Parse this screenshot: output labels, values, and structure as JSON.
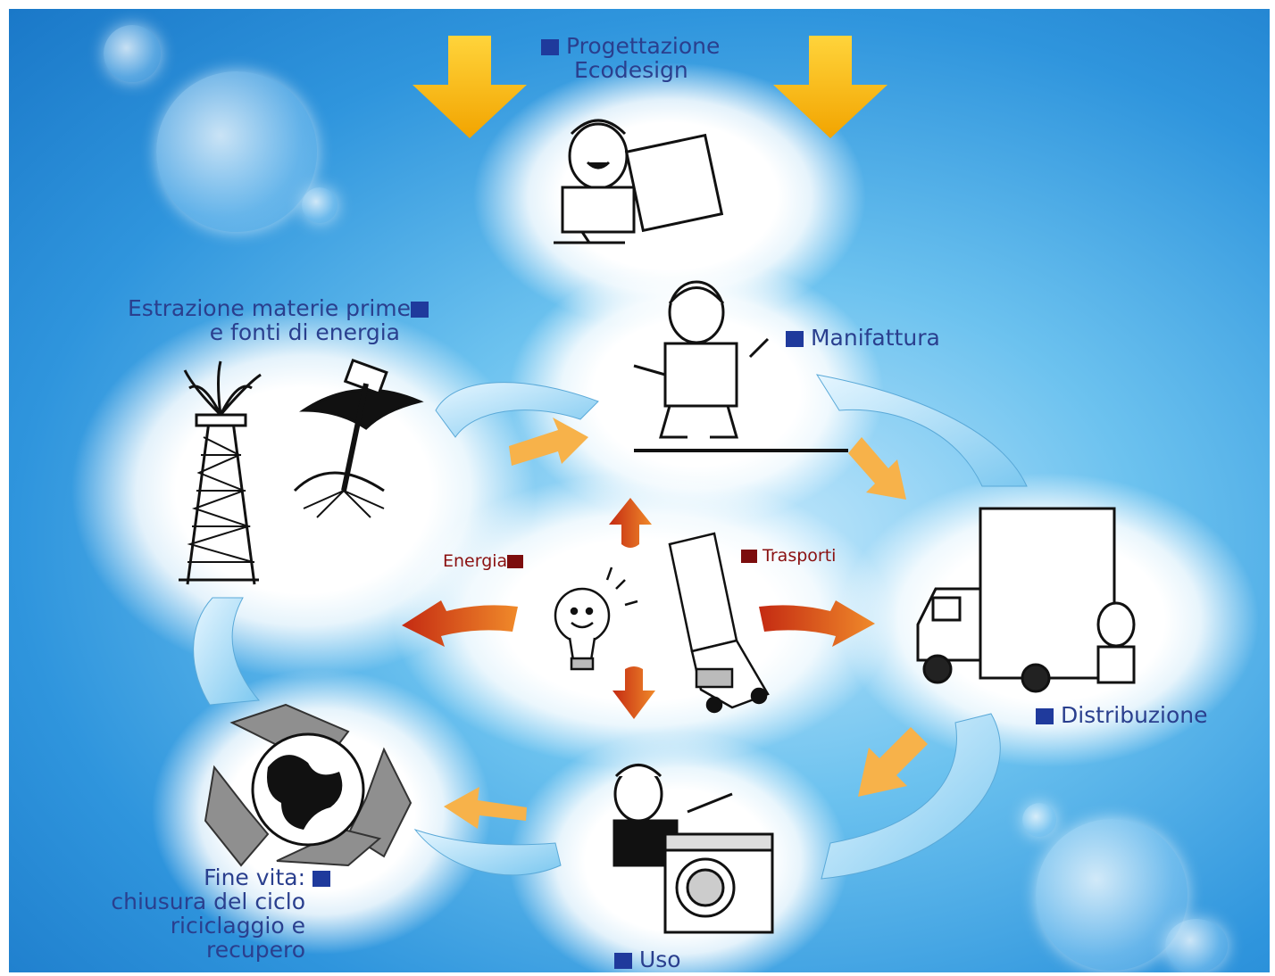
{
  "stages": {
    "design": {
      "line1": "Progettazione",
      "line2": "Ecodesign"
    },
    "extraction": {
      "line1": "Estrazione materie prime",
      "line2": "e fonti di energia"
    },
    "manufacturing": {
      "label": "Manifattura"
    },
    "distribution": {
      "label": "Distribuzione"
    },
    "use": {
      "label": "Uso"
    },
    "end_of_life": {
      "line1": "Fine vita:",
      "line2": "chiusura del ciclo",
      "line3": "riciclaggio e",
      "line4": "recupero"
    }
  },
  "center": {
    "energy": "Energia",
    "transport": "Trasporti"
  },
  "colors": {
    "label_text": "#2a3f8e",
    "marker_blue": "#1f3a9c",
    "marker_red": "#7c0d0d",
    "yellow_arrow": "#f5b800",
    "cycle_arrow": "#9fd8f5",
    "center_arrow": "#d9431c"
  },
  "icons": [
    "designer-icon",
    "worker-icon",
    "truck-icon",
    "washing-machine-icon",
    "recycle-globe-icon",
    "oil-derrick-icon",
    "drill-icon",
    "lightbulb-icon",
    "small-truck-icon"
  ]
}
